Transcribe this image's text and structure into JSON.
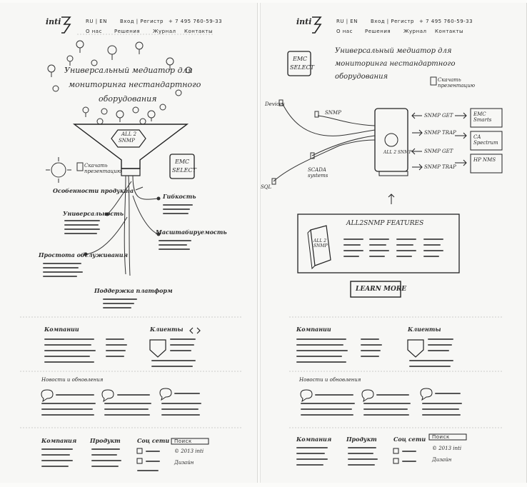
{
  "left": {
    "header": {
      "logo_text": "inti",
      "phone": "+ 7 495 760-59-33",
      "lang": "RU | EN",
      "login": "Вход | Регистр",
      "nav": [
        "О нас",
        "Решения",
        "Журнал",
        "Контакты"
      ]
    },
    "title_lines": [
      "Универсальный медиатор для",
      "мониторинга нестандартного",
      "оборудования"
    ],
    "funnel_label_1": "ALL 2",
    "funnel_label_2": "SNMP",
    "download_label": "Скачать презентацию",
    "emc_line1": "EMC",
    "emc_line2": "SELECT",
    "features": {
      "product": "Особенности продукта",
      "flexibility": "Гибкость",
      "universal": "Универсальность",
      "scalability": "Масштабируемость",
      "simplicity": "Простота обслуживания",
      "platform": "Поддержка платформ"
    },
    "company": "Компании",
    "clients": "Клиенты",
    "news": "Новости и обновления",
    "footer": {
      "company": "Компания",
      "product": "Продукт",
      "social": "Соц сети",
      "search": "Поиск",
      "copyright": "© 2013 inti",
      "design": "Дизайн"
    }
  },
  "right": {
    "header": {
      "logo_text": "inti",
      "phone": "+ 7 495 760-59-33",
      "lang": "RU | EN",
      "login": "Вход | Регистр",
      "nav": [
        "О нас",
        "Решения",
        "Журнал",
        "Контакты"
      ]
    },
    "emc_line1": "EMC",
    "emc_line2": "SELECT",
    "title_lines": [
      "Универсальный медиатор для",
      "мониторинга нестандартного",
      "оборудования"
    ],
    "download_label": "Скачать презентацию",
    "diagram": {
      "inputs": [
        "SNMP",
        "Devices",
        "SCADA systems",
        "SQL"
      ],
      "device_label": "ALL 2 SNMP",
      "arrows": [
        "SNMP GET",
        "SNMP TRAP",
        "SNMP GET",
        "SNMP TRAP"
      ],
      "outputs": [
        "EMC Smarts",
        "CA Spectrum",
        "HP NMS"
      ]
    },
    "features_title": "ALL2SNMP FEATURES",
    "box_label": "ALL 2 SNMP",
    "learn_more": "LEARN MORE",
    "company": "Компании",
    "clients": "Клиенты",
    "news": "Новости и обновления",
    "footer": {
      "company": "Компания",
      "product": "Продукт",
      "social": "Соц сети",
      "search": "Поиск",
      "copyright": "© 2013 inti",
      "design": "Дизайн"
    }
  }
}
